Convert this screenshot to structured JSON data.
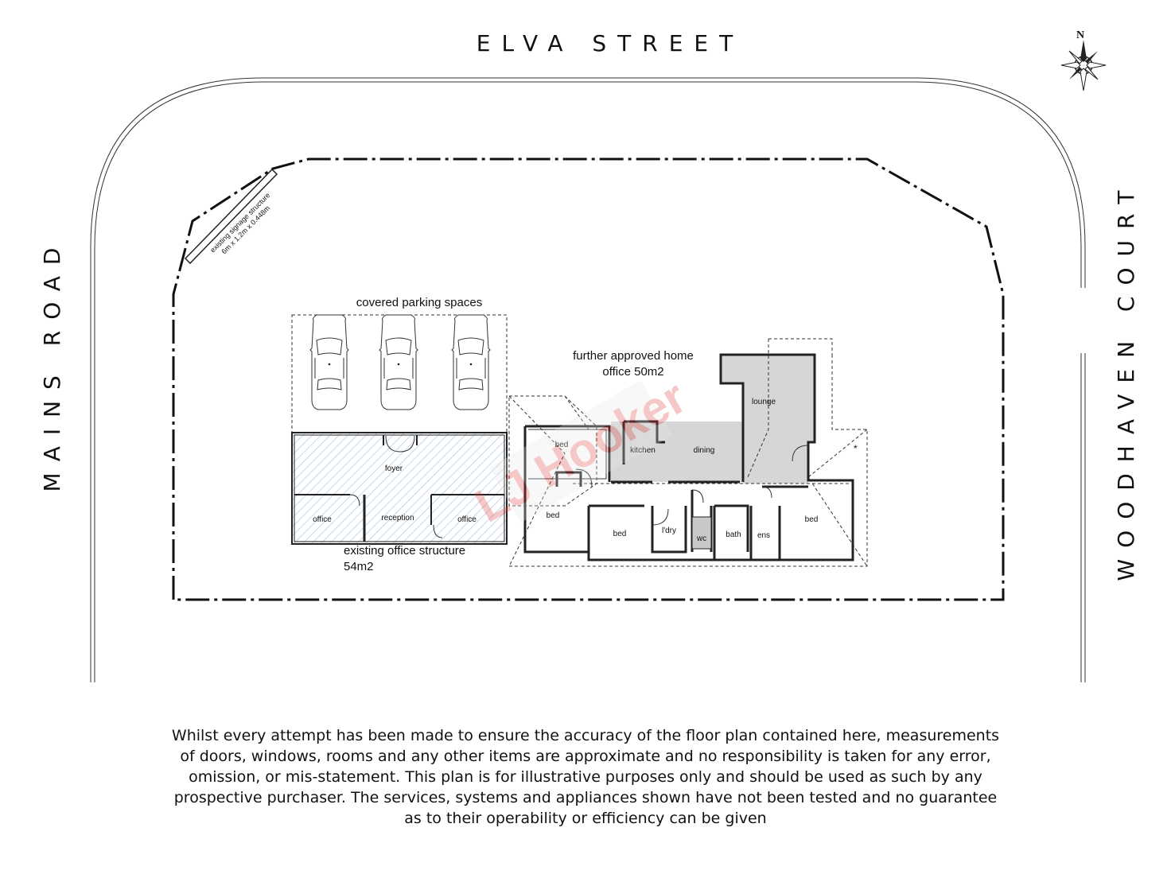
{
  "streets": {
    "north": "ELVA STREET",
    "west": "MAINS ROAD",
    "east": "WOODHAVEN COURT"
  },
  "compass": {
    "north_label": "N"
  },
  "signage": {
    "line1": "existing signage structure",
    "line2": "6m x 1.2m x 0.448m"
  },
  "parking": {
    "label": "covered parking spaces"
  },
  "office_structure": {
    "label": "existing office structure",
    "area": "54m2",
    "rooms": {
      "foyer": "foyer",
      "office_left": "office",
      "reception": "reception",
      "office_right": "office"
    }
  },
  "home_office": {
    "label_line1": "further approved home",
    "label_line2": "office 50m2"
  },
  "house_rooms": {
    "lounge": "lounge",
    "kitchen": "kitchen",
    "dining": "dining",
    "bed_nw": "bed",
    "bed_sw": "bed",
    "bed_mid": "bed",
    "laundry": "l'dry",
    "wc": "wc",
    "bath": "bath",
    "ens": "ens",
    "bed_east": "bed"
  },
  "watermark": "LJ Hooker",
  "disclaimer": [
    "Whilst every attempt has been made to ensure the accuracy of the floor plan contained here, measurements",
    "of doors, windows, rooms and any other items are approximate and no responsibility is taken for any error,",
    "omission, or mis-statement. This plan is for illustrative purposes only and should be used as such by any",
    "prospective purchaser. The services, systems and appliances shown have not been tested and no guarantee",
    "as to their operability or efficiency can be given"
  ],
  "colors": {
    "office_hatch": "#9fbfe0",
    "watermark_red": "#e03a3a",
    "room_shade": "#d6d6d6"
  }
}
